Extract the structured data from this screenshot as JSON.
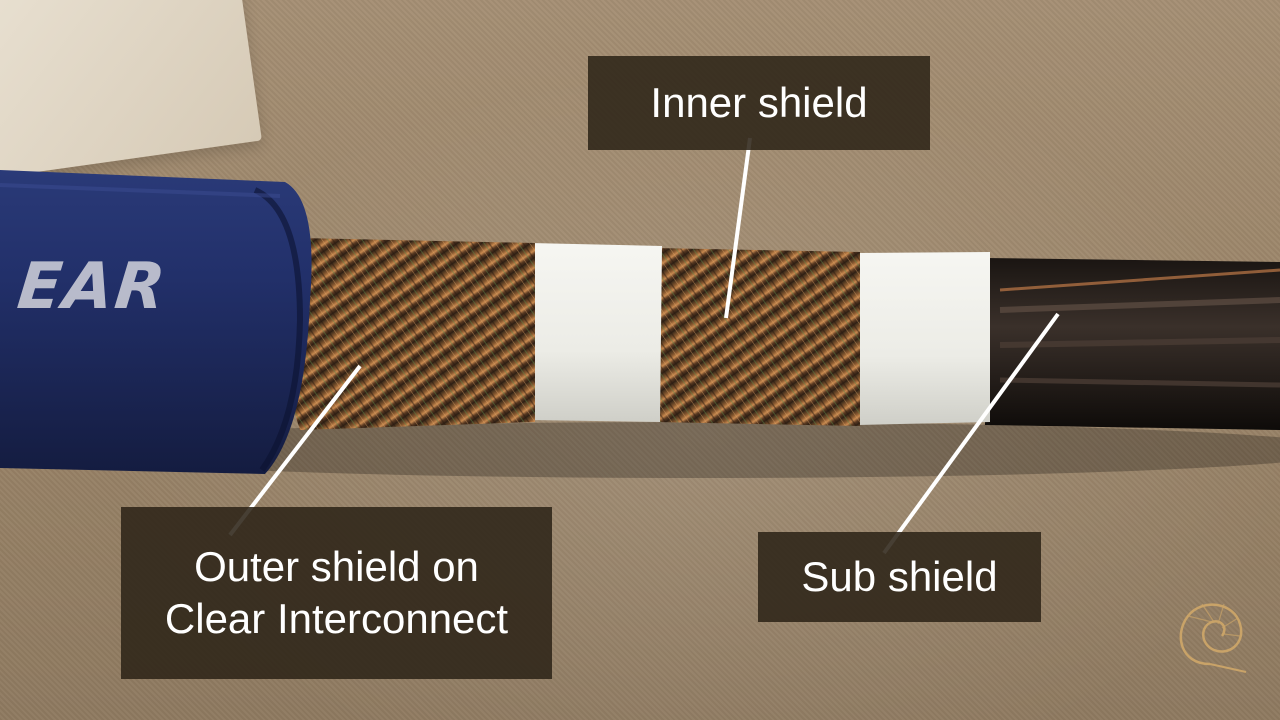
{
  "jacket_print": "EAR",
  "labels": {
    "inner": "Inner shield",
    "outer_line1": "Outer shield on",
    "outer_line2": "Clear Interconnect",
    "sub": "Sub shield"
  },
  "logo_icon": "nautilus-shell-icon",
  "colors": {
    "label_bg": "#2e2418",
    "label_text": "#ffffff",
    "jacket": "#1f2b5c",
    "tape": "#eef0ee",
    "copper": "#b0683a"
  }
}
